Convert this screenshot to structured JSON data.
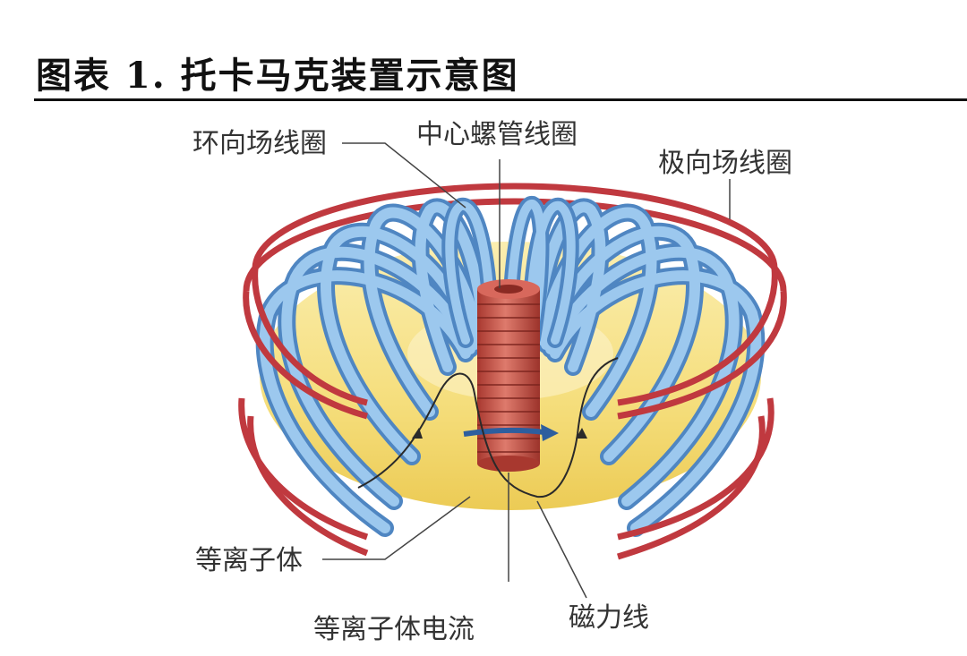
{
  "title": "图表 1. 托卡马克装置示意图",
  "labels": {
    "toroidal_field_coil": "环向场线圈",
    "central_solenoid": "中心螺管线圈",
    "poloidal_field_coil": "极向场线圈",
    "plasma": "等离子体",
    "plasma_current": "等离子体电流",
    "magnetic_field_line": "磁力线"
  },
  "colors": {
    "poloidal_coil": "#c0393f",
    "toroidal_coil": "#8ebde6",
    "toroidal_coil_edge": "#4f86c2",
    "plasma": "#f6e28a",
    "solenoid": "#c7524a",
    "current_arrow": "#2d5e9e"
  }
}
